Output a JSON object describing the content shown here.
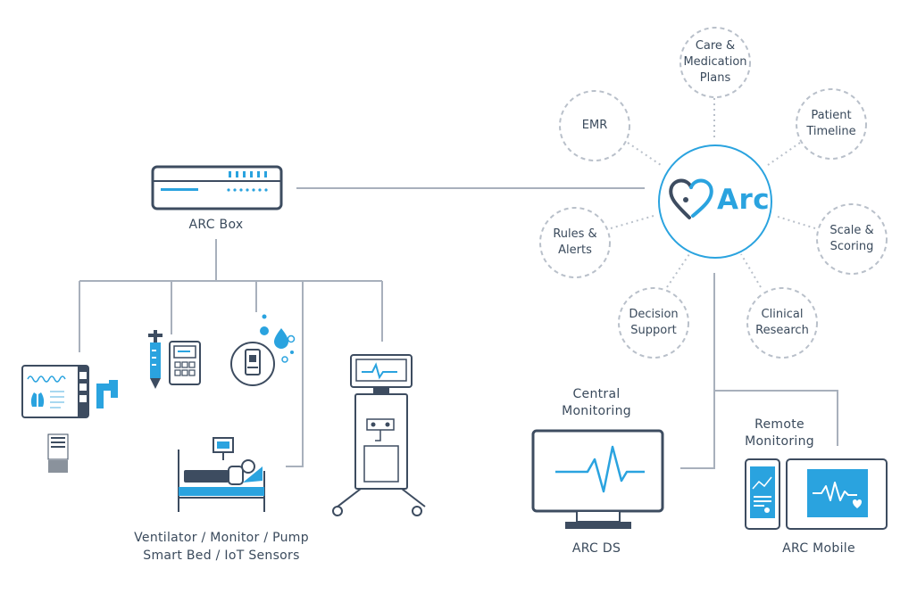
{
  "colors": {
    "line": "#a8b0bc",
    "dark": "#3d4c60",
    "accent": "#2aa3df",
    "dashed": "#b9c0ca"
  },
  "arc_logo": {
    "word": "Arc"
  },
  "satellites": [
    {
      "id": "care",
      "label": "Care &\nMedication\nPlans"
    },
    {
      "id": "emr",
      "label": "EMR"
    },
    {
      "id": "timeline",
      "label": "Patient\nTimeline"
    },
    {
      "id": "rules",
      "label": "Rules &\nAlerts"
    },
    {
      "id": "scale",
      "label": "Scale &\nScoring"
    },
    {
      "id": "decision",
      "label": "Decision\nSupport"
    },
    {
      "id": "clinical",
      "label": "Clinical\nResearch"
    }
  ],
  "labels": {
    "arc_box": "ARC Box",
    "devices": "Ventilator / Monitor / Pump\nSmart Bed / IoT Sensors",
    "central_monitoring": "Central\nMonitoring",
    "arc_ds": "ARC DS",
    "remote_monitoring": "Remote\nMonitoring",
    "arc_mobile": "ARC Mobile"
  }
}
